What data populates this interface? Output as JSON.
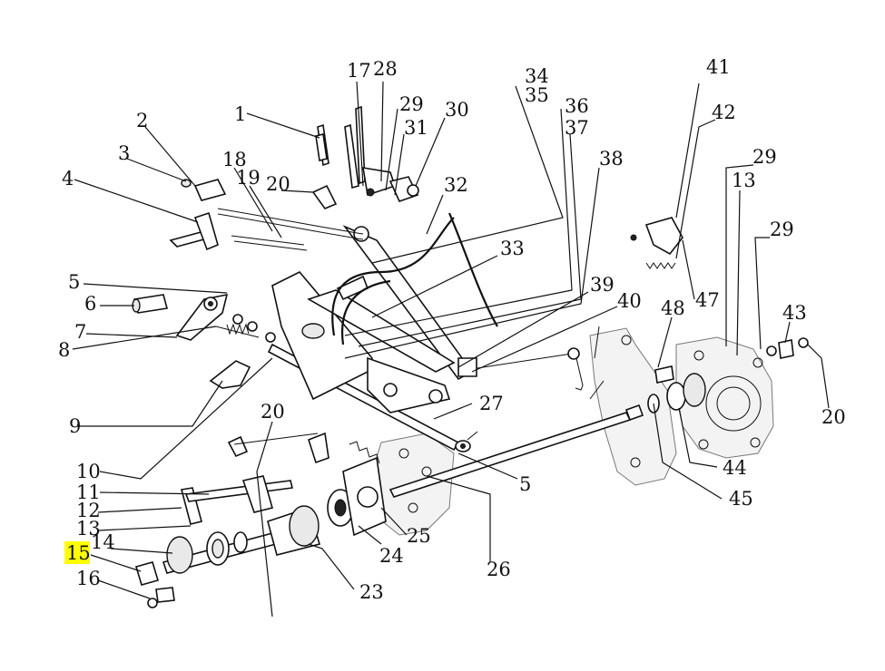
{
  "highlight_color": "#ffff00",
  "highlighted_label": "15",
  "callouts": [
    {
      "id": "c1",
      "text": "1"
    },
    {
      "id": "c2",
      "text": "2"
    },
    {
      "id": "c3",
      "text": "3"
    },
    {
      "id": "c4",
      "text": "4"
    },
    {
      "id": "c5a",
      "text": "5"
    },
    {
      "id": "c5b",
      "text": "5"
    },
    {
      "id": "c6",
      "text": "6"
    },
    {
      "id": "c7",
      "text": "7"
    },
    {
      "id": "c8",
      "text": "8"
    },
    {
      "id": "c9",
      "text": "9"
    },
    {
      "id": "c10",
      "text": "10"
    },
    {
      "id": "c11",
      "text": "11"
    },
    {
      "id": "c12",
      "text": "12"
    },
    {
      "id": "c13a",
      "text": "13"
    },
    {
      "id": "c13b",
      "text": "13"
    },
    {
      "id": "c14",
      "text": "14"
    },
    {
      "id": "c15",
      "text": "15"
    },
    {
      "id": "c16",
      "text": "16"
    },
    {
      "id": "c17",
      "text": "17"
    },
    {
      "id": "c18",
      "text": "18"
    },
    {
      "id": "c19",
      "text": "19"
    },
    {
      "id": "c20a",
      "text": "20"
    },
    {
      "id": "c20b",
      "text": "20"
    },
    {
      "id": "c20c",
      "text": "20"
    },
    {
      "id": "c23",
      "text": "23"
    },
    {
      "id": "c24",
      "text": "24"
    },
    {
      "id": "c25",
      "text": "25"
    },
    {
      "id": "c26",
      "text": "26"
    },
    {
      "id": "c27",
      "text": "27"
    },
    {
      "id": "c28",
      "text": "28"
    },
    {
      "id": "c29a",
      "text": "29"
    },
    {
      "id": "c29b",
      "text": "29"
    },
    {
      "id": "c29c",
      "text": "29"
    },
    {
      "id": "c30",
      "text": "30"
    },
    {
      "id": "c31",
      "text": "31"
    },
    {
      "id": "c32",
      "text": "32"
    },
    {
      "id": "c33",
      "text": "33"
    },
    {
      "id": "c34",
      "text": "34"
    },
    {
      "id": "c35",
      "text": "35"
    },
    {
      "id": "c36",
      "text": "36"
    },
    {
      "id": "c37",
      "text": "37"
    },
    {
      "id": "c38",
      "text": "38"
    },
    {
      "id": "c39",
      "text": "39"
    },
    {
      "id": "c40",
      "text": "40"
    },
    {
      "id": "c41",
      "text": "41"
    },
    {
      "id": "c42",
      "text": "42"
    },
    {
      "id": "c43",
      "text": "43"
    },
    {
      "id": "c44",
      "text": "44"
    },
    {
      "id": "c45",
      "text": "45"
    },
    {
      "id": "c47",
      "text": "47"
    },
    {
      "id": "c48",
      "text": "48"
    }
  ]
}
